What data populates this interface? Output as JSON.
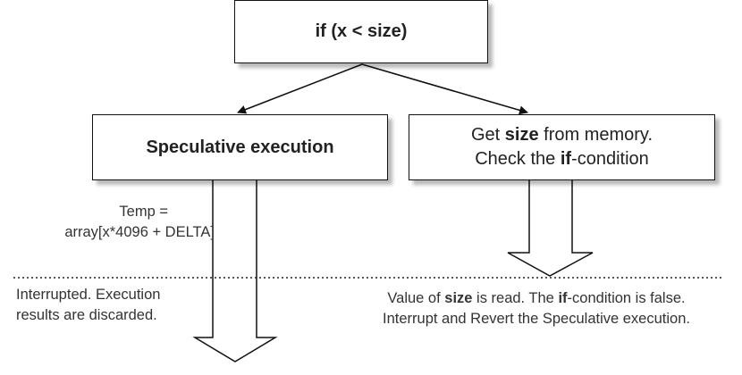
{
  "boxes": {
    "if": {
      "text": "if (x < size)"
    },
    "speculative": {
      "text": "Speculative execution"
    },
    "get_size": {
      "line1_pre": "Get ",
      "line1_bold": "size",
      "line1_post": " from memory.",
      "line2_pre": "Check the ",
      "line2_bold": "if",
      "line2_post": "-condition"
    }
  },
  "notes": {
    "temp_line1": "Temp =",
    "temp_line2": "array[x*4096 + DELTA]",
    "interrupted_line1": "Interrupted. Execution",
    "interrupted_line2": "results are discarded.",
    "value_pre": "Value of ",
    "value_bold1": "size",
    "value_mid": " is read. The ",
    "value_bold2": "if",
    "value_post": "-condition is false.",
    "value_line2": "Interrupt and Revert the Speculative execution."
  }
}
